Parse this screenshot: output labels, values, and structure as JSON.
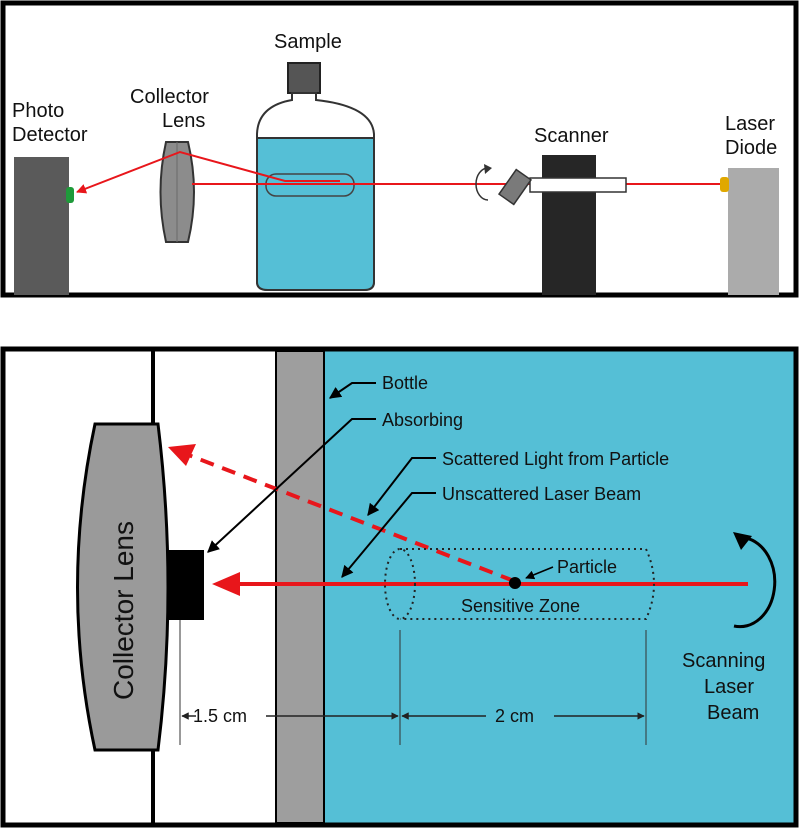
{
  "top_panel": {
    "labels": {
      "photo_detector_line1": "Photo",
      "photo_detector_line2": "Detector",
      "collector_lens_line1": "Collector",
      "collector_lens_line2": "Lens",
      "sample": "Sample",
      "scanner": "Scanner",
      "laser_diode_line1": "Laser",
      "laser_diode_line2": "Diode"
    }
  },
  "bottom_panel": {
    "labels": {
      "collector_lens": "Collector Lens",
      "bottle": "Bottle",
      "absorbing": "Absorbing",
      "scattered_light": "Scattered Light from Particle",
      "unscattered_beam": "Unscattered Laser Beam",
      "particle": "Particle",
      "sensitive_zone": "Sensitive Zone",
      "scanning_line1": "Scanning",
      "scanning_line2": "Laser",
      "scanning_line3": "Beam",
      "dim_1": "1.5 cm",
      "dim_2": "2 cm"
    }
  },
  "colors": {
    "laser": "#e8161b",
    "water": "#55bfd6",
    "frame": "#000000",
    "detector": "#5a5a5a",
    "lens": "#9a9a9a",
    "bottle_wall": "#9e9e9e",
    "scanner": "#262626",
    "diode": "#ababab"
  }
}
